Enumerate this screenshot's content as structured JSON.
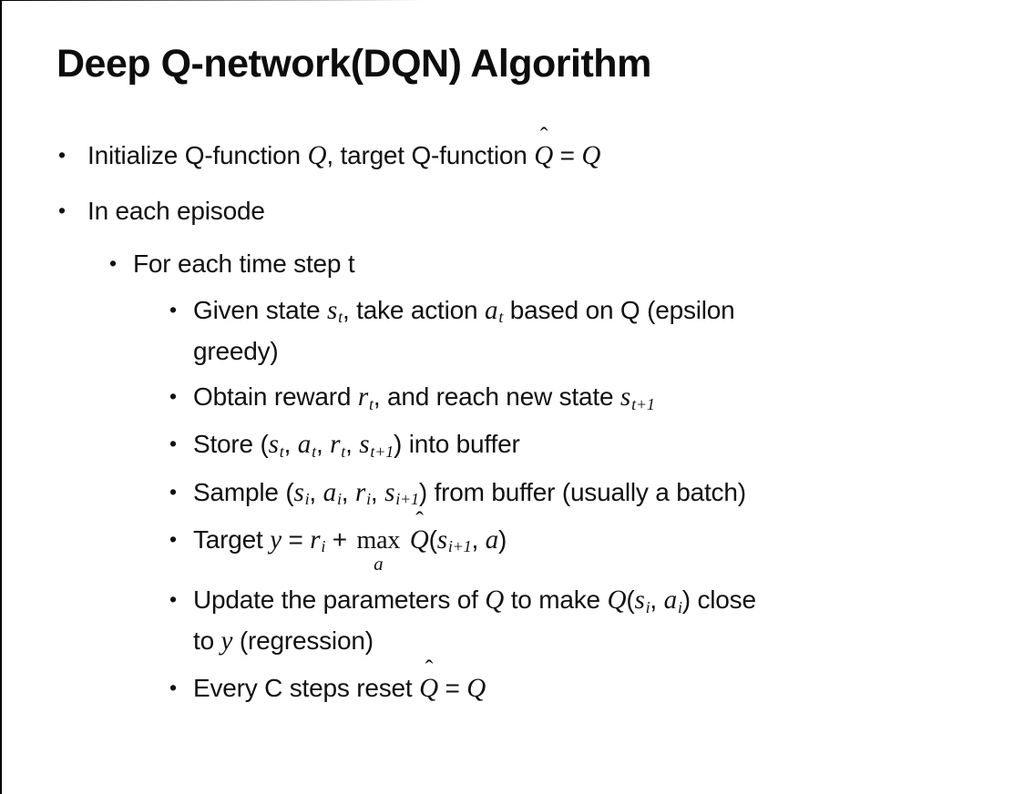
{
  "slide": {
    "title": "Deep Q-network(DQN) Algorithm",
    "bullet_char": "•",
    "colors": {
      "background": "#ffffff",
      "text": "#111111",
      "border": "#000000"
    },
    "bullets": [
      {
        "level": 1,
        "lines": [
          [
            {
              "t": "text",
              "v": "Initialize Q-function "
            },
            {
              "t": "m",
              "v": "Q"
            },
            {
              "t": "text",
              "v": ", target Q-function "
            },
            {
              "t": "mh",
              "v": "Q",
              "hat": "ˆ"
            },
            {
              "t": "text",
              "v": " = "
            },
            {
              "t": "m",
              "v": "Q"
            }
          ]
        ]
      },
      {
        "level": 1,
        "lines": [
          [
            {
              "t": "text",
              "v": "In each episode"
            }
          ]
        ]
      },
      {
        "level": 2,
        "lines": [
          [
            {
              "t": "text",
              "v": "For each time step t"
            }
          ]
        ]
      },
      {
        "level": 3,
        "lines": [
          [
            {
              "t": "text",
              "v": "Given state "
            },
            {
              "t": "sub",
              "b": "s",
              "s": "t"
            },
            {
              "t": "text",
              "v": ", take action "
            },
            {
              "t": "sub",
              "b": "a",
              "s": "t"
            },
            {
              "t": "text",
              "v": " based on Q (epsilon"
            }
          ],
          [
            {
              "t": "text",
              "v": "greedy)"
            }
          ]
        ]
      },
      {
        "level": 3,
        "lines": [
          [
            {
              "t": "text",
              "v": "Obtain reward "
            },
            {
              "t": "sub",
              "b": "r",
              "s": "t"
            },
            {
              "t": "text",
              "v": ", and reach new state "
            },
            {
              "t": "sub",
              "b": "s",
              "s": "t+1"
            }
          ]
        ]
      },
      {
        "level": 3,
        "lines": [
          [
            {
              "t": "text",
              "v": "Store ("
            },
            {
              "t": "sub",
              "b": "s",
              "s": "t"
            },
            {
              "t": "text",
              "v": ", "
            },
            {
              "t": "sub",
              "b": "a",
              "s": "t"
            },
            {
              "t": "text",
              "v": ", "
            },
            {
              "t": "sub",
              "b": "r",
              "s": "t"
            },
            {
              "t": "text",
              "v": ", "
            },
            {
              "t": "sub",
              "b": "s",
              "s": "t+1"
            },
            {
              "t": "text",
              "v": ") into buffer"
            }
          ]
        ]
      },
      {
        "level": 3,
        "lines": [
          [
            {
              "t": "text",
              "v": "Sample ("
            },
            {
              "t": "sub",
              "b": "s",
              "s": "i"
            },
            {
              "t": "text",
              "v": ", "
            },
            {
              "t": "sub",
              "b": "a",
              "s": "i"
            },
            {
              "t": "text",
              "v": ", "
            },
            {
              "t": "sub",
              "b": "r",
              "s": "i"
            },
            {
              "t": "text",
              "v": ", "
            },
            {
              "t": "sub",
              "b": "s",
              "s": "i+1"
            },
            {
              "t": "text",
              "v": ") from buffer (usually a batch)"
            }
          ]
        ]
      },
      {
        "level": 3,
        "lines": [
          [
            {
              "t": "text",
              "v": "Target "
            },
            {
              "t": "m",
              "v": "y"
            },
            {
              "t": "text",
              "v": " = "
            },
            {
              "t": "sub",
              "b": "r",
              "s": "i"
            },
            {
              "t": "text",
              "v": " + "
            },
            {
              "t": "max",
              "top": "max",
              "under": "a"
            },
            {
              "t": "text",
              "v": " "
            },
            {
              "t": "mh",
              "v": "Q",
              "hat": "ˆ"
            },
            {
              "t": "text",
              "v": "("
            },
            {
              "t": "sub",
              "b": "s",
              "s": "i+1"
            },
            {
              "t": "text",
              "v": ", "
            },
            {
              "t": "m",
              "v": "a"
            },
            {
              "t": "text",
              "v": ")"
            }
          ]
        ]
      },
      {
        "level": 3,
        "lines": [
          [
            {
              "t": "text",
              "v": "Update the parameters of "
            },
            {
              "t": "m",
              "v": "Q"
            },
            {
              "t": "text",
              "v": " to make "
            },
            {
              "t": "m",
              "v": "Q"
            },
            {
              "t": "text",
              "v": "("
            },
            {
              "t": "sub",
              "b": "s",
              "s": "i"
            },
            {
              "t": "text",
              "v": ", "
            },
            {
              "t": "sub",
              "b": "a",
              "s": "i"
            },
            {
              "t": "text",
              "v": ") close"
            }
          ],
          [
            {
              "t": "text",
              "v": "to "
            },
            {
              "t": "m",
              "v": "y"
            },
            {
              "t": "text",
              "v": " (regression)"
            }
          ]
        ]
      },
      {
        "level": 3,
        "lines": [
          [
            {
              "t": "text",
              "v": "Every C steps reset "
            },
            {
              "t": "mh",
              "v": "Q",
              "hat": "ˆ"
            },
            {
              "t": "text",
              "v": " = "
            },
            {
              "t": "m",
              "v": "Q"
            }
          ]
        ]
      }
    ]
  }
}
